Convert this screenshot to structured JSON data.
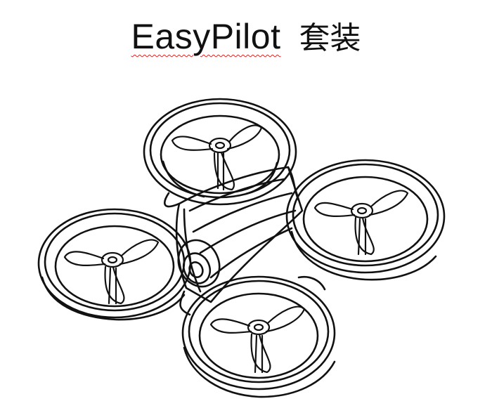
{
  "document": {
    "title_latin": "EasyPilot",
    "title_cjk": "套装",
    "image": {
      "icon": "quadcopter-drone-line-drawing",
      "stroke_color": "#111111"
    }
  }
}
